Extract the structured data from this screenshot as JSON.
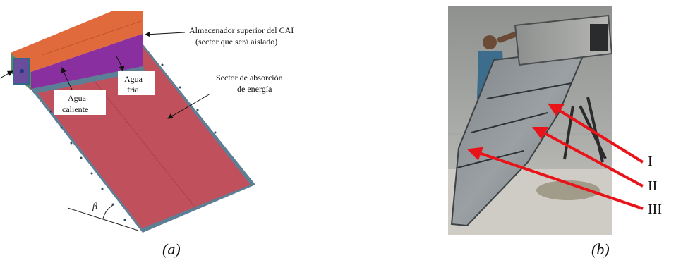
{
  "panel_a": {
    "caption": "(a)",
    "beta_symbol": "β",
    "labels": {
      "storage_line1": "Almacenador superior del CAI",
      "storage_line2": "(sector que será aislado)",
      "absorption_line1": "Sector de absorción",
      "absorption_line2": "de energía",
      "cold_line1": "Agua",
      "cold_line2": "fría",
      "hot_line1": "Agua",
      "hot_line2": "caliente"
    },
    "colors": {
      "collector": "#c0505c",
      "collector_edge": "#3f6f8a",
      "tank_top": "#e06a3c",
      "tank_front": "#8a2fa0",
      "frame": "#5d7f96"
    }
  },
  "panel_b": {
    "caption": "(b)",
    "markers": [
      "I",
      "II",
      "III"
    ],
    "arrow_color": "#e8141a"
  }
}
